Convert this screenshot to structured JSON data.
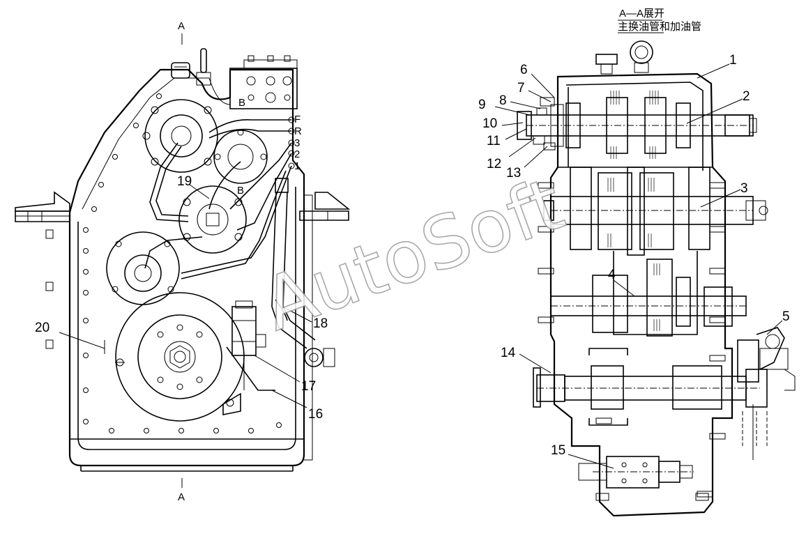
{
  "section_view": {
    "letter_top": "A",
    "letter_bottom": "A",
    "title": "A—A展开",
    "subtitle": "主换油管和加油管"
  },
  "front_view_callouts": [
    "16",
    "17",
    "18",
    "19",
    "20"
  ],
  "section_callouts": [
    "1",
    "2",
    "3",
    "4",
    "5",
    "6",
    "7",
    "8",
    "9",
    "10",
    "11",
    "12",
    "13",
    "14",
    "15"
  ],
  "valve_port_labels": [
    "F",
    "R",
    "3",
    "2",
    "1"
  ],
  "valve_body_labels": [
    "B",
    "B"
  ],
  "watermark": "AutoSoft",
  "colors": {
    "line": "#000000",
    "background": "#ffffff",
    "watermark_outline": "#9a9a9a"
  }
}
